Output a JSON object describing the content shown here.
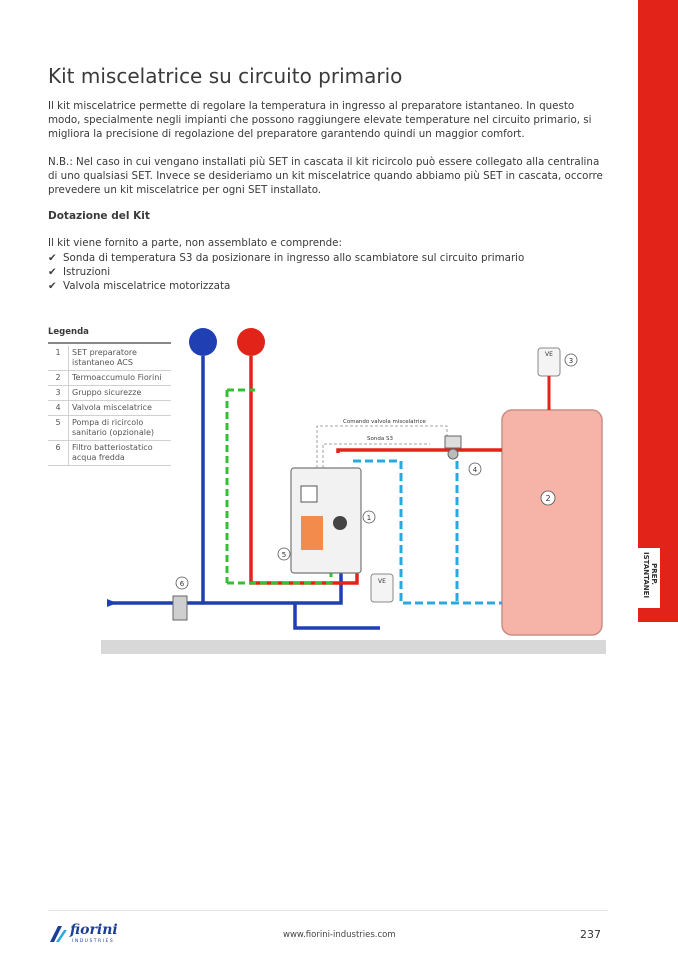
{
  "title": "Kit miscelatrice su circuito primario",
  "paragraphs": [
    "Il kit miscelatrice permette di regolare la temperatura in ingresso al preparatore istantaneo. In questo modo, specialmente negli impianti che possono raggiungere elevate temperature nel circuito primario, si migliora la precisione di regolazione del preparatore garantendo quindi un maggior comfort.",
    "N.B.: Nel caso in cui vengano installati più SET in cascata il kit ricircolo può essere collegato alla centralina di uno qualsiasi SET. Invece se desideriamo un kit miscelatrice quando abbiamo più SET in cascata, occorre prevedere un kit miscelatrice per ogni SET installato."
  ],
  "kit": {
    "heading": "Dotazione del Kit",
    "intro": "Il kit viene fornito a parte, non assemblato e comprende:",
    "check_mark": "✔",
    "items": [
      "Sonda di temperatura S3 da posizionare in ingresso allo scambiatore sul circuito primario",
      "Istruzioni",
      "Valvola miscelatrice motorizzata"
    ]
  },
  "legend": {
    "title": "Legenda",
    "rows": [
      {
        "num": "1",
        "text": "SET preparatore istantaneo ACS"
      },
      {
        "num": "2",
        "text": "Termoaccumulo Fiorini"
      },
      {
        "num": "3",
        "text": "Gruppo sicurezze"
      },
      {
        "num": "4",
        "text": "Valvola miscelatrice"
      },
      {
        "num": "5",
        "text": "Pompa di ricircolo sanitario (opzionale)"
      },
      {
        "num": "6",
        "text": "Filtro batteriostatico acqua fredda"
      }
    ]
  },
  "diagram": {
    "label_valve_command": "Comando valvola miscelatrice",
    "label_probe": "Sonda S3",
    "ve_label": "VE",
    "callouts": [
      "1",
      "2",
      "3",
      "4",
      "5",
      "6"
    ],
    "colors": {
      "hot": "#e2231a",
      "cold": "#1f3fb3",
      "light_blue": "#2aa8e0",
      "green": "#33c133",
      "tank": "#f6b3a8"
    }
  },
  "side_tab": "PREP. ISTANTANEI",
  "footer": {
    "brand": "fiorini",
    "brand_sub": "INDUSTRIES",
    "url": "www.fiorini-industries.com",
    "page": "237"
  }
}
